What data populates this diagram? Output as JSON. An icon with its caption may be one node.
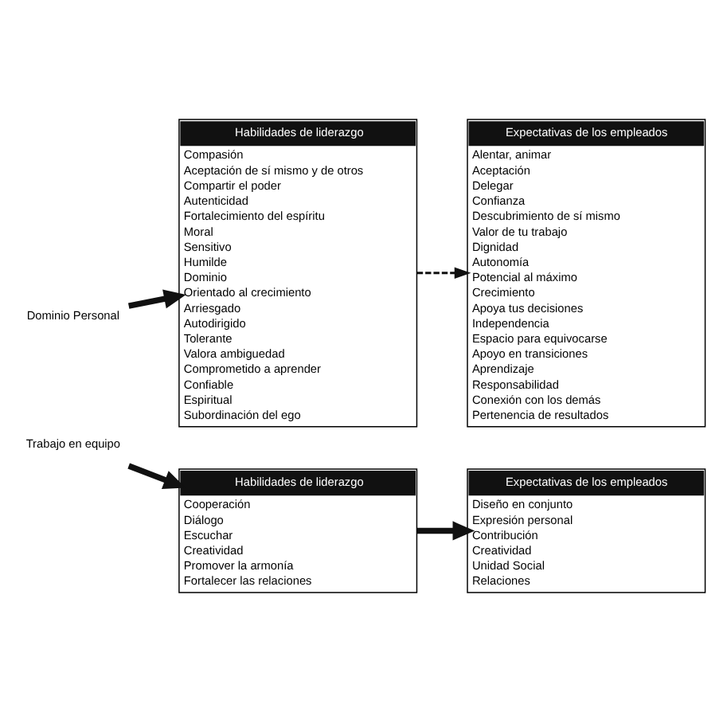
{
  "diagram": {
    "nodes": [
      {
        "text": [
          "Dominio Personal"
        ]
      },
      {
        "text": [
          "Habilidades de liderazgo",
          "Compasión",
          "Aceptación de sí mismo y de otros",
          "Compartir el poder",
          "Autenticidad",
          "Fortalecimiento del espíritu",
          "Moral",
          "Sensitivo",
          "Humilde",
          "Dominio",
          "Orientado al crecimiento",
          "Arriesgado",
          "Autodirigido",
          "Tolerante",
          "Valora ambiguedad",
          "Comprometido a aprender",
          "Confiable",
          "Espiritual",
          "Subordinación del ego"
        ]
      },
      {
        "text": [
          "Expectativas de los empleados",
          "Alentar, animar",
          "Aceptación",
          "Delegar",
          "Confianza",
          "Descubrimiento de sí mismo",
          "Valor de tu trabajo",
          "Dignidad",
          "Autonomía",
          "Potencial al máximo",
          "Crecimiento",
          "Apoya tus decisiones",
          "Independencia",
          "Espacio para equivocarse",
          "Apoyo en transiciones",
          "Aprendizaje",
          "Responsabilidad",
          "Conexión con los demás",
          "Pertenencia de resultados"
        ]
      },
      {
        "text": [
          "Trabajo en equipo"
        ]
      },
      {
        "text": [
          "Habilidades de liderazgo",
          "Cooperación",
          "Diálogo",
          "Escuchar",
          "Creatividad",
          "Promover la armonía",
          "Fortalecer las relaciones"
        ]
      },
      {
        "text": [
          "Expectativas de los empleados",
          "Diseño en conjunto",
          "Expresión personal",
          "Contribución",
          "Creatividad",
          "Unidad Social",
          "Relaciones"
        ]
      }
    ],
    "edges": [
      {
        "from": 0,
        "to": 1,
        "arrow": "to"
      },
      {
        "from": 1,
        "to": 2,
        "arrow": "to",
        "style": "dashed"
      },
      {
        "from": 3,
        "to": 4,
        "arrow": "to"
      },
      {
        "from": 4,
        "to": 5,
        "arrow": "to"
      }
    ]
  }
}
